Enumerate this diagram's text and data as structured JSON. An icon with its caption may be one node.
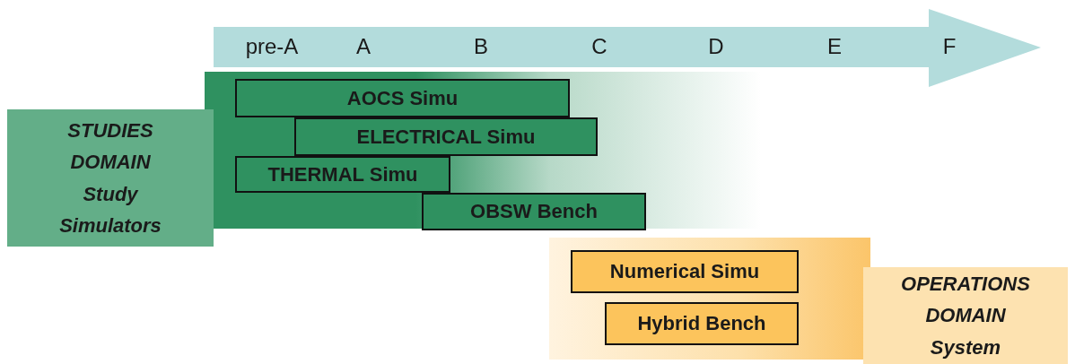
{
  "diagram": {
    "nodes": [
      {
        "text": [
          "STUDIES DOMAIN",
          "Study Simulators"
        ]
      },
      {
        "text": [
          "AOCS Simu"
        ]
      },
      {
        "text": [
          "ELECTRICAL Simu"
        ]
      },
      {
        "text": [
          "THERMAL Simu"
        ]
      },
      {
        "text": [
          "OBSW Bench"
        ]
      },
      {
        "text": [
          "Numerical Simu"
        ]
      },
      {
        "text": [
          "Hybrid Bench"
        ]
      },
      {
        "text": [
          "OPERATIONS DOMAIN",
          "System"
        ]
      }
    ],
    "labels": [
      "pre-A",
      "A",
      "B",
      "C",
      "D",
      "E",
      "F"
    ]
  }
}
